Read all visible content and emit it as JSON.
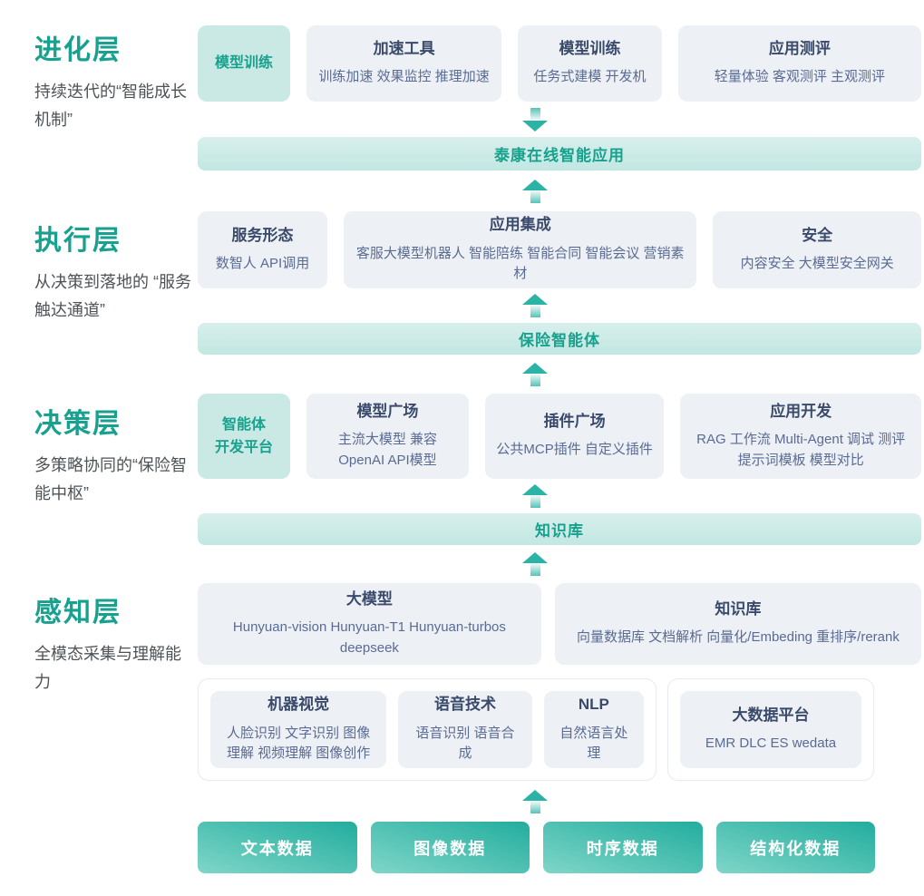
{
  "colors": {
    "accent_teal": "#17a18e",
    "highlight_box_bg": "#cbe9e4",
    "gray_box_bg": "#edf0f4",
    "box_title_text": "#3a4a6b",
    "box_items_text": "#5a6b94",
    "banner_bg": "#cde9e5",
    "arrow_teal": "#2bb4a5",
    "data_button_gradient_dark": "#22ad9e",
    "data_button_gradient_light": "#7fd6c8"
  },
  "layers": [
    {
      "title": "进化层",
      "subtitle": "持续迭代的“智能成长机制”"
    },
    {
      "title": "执行层",
      "subtitle": "从决策到落地的 “服务触达通道”"
    },
    {
      "title": "决策层",
      "subtitle": "多策略协同的“保险智能中枢”"
    },
    {
      "title": "感知层",
      "subtitle": "全模态采集与理解能力"
    }
  ],
  "banners": {
    "app": "泰康在线智能应用",
    "agent": "保险智能体",
    "knowledge": "知识库"
  },
  "evolution_row": {
    "highlight": {
      "title": "模型训练"
    },
    "boxes": [
      {
        "title": "加速工具",
        "items": "训练加速 效果监控 推理加速"
      },
      {
        "title": "模型训练",
        "items": "任务式建模 开发机"
      },
      {
        "title": "应用测评",
        "items": "轻量体验 客观测评 主观测评"
      }
    ]
  },
  "execution_row": {
    "boxes": [
      {
        "title": "服务形态",
        "items": "数智人 API调用"
      },
      {
        "title": "应用集成",
        "items": "客服大模型机器人 智能陪练 智能合同 智能会议 营销素材"
      },
      {
        "title": "安全",
        "items": "内容安全 大模型安全网关"
      }
    ]
  },
  "decision_row": {
    "highlight": {
      "title_line1": "智能体",
      "title_line2": "开发平台"
    },
    "boxes": [
      {
        "title": "模型广场",
        "items": "主流大模型 兼容OpenAI API模型"
      },
      {
        "title": "插件广场",
        "items": "公共MCP插件 自定义插件"
      },
      {
        "title": "应用开发",
        "items": "RAG 工作流 Multi-Agent 调试 测评 提示词模板 模型对比"
      }
    ]
  },
  "perception_row1": [
    {
      "title": "大模型",
      "items": "Hunyuan-vision Hunyuan-T1 Hunyuan-turbos deepseek"
    },
    {
      "title": "知识库",
      "items": "向量数据库 文档解析 向量化/Embeding 重排序/rerank"
    }
  ],
  "perception_row2": {
    "group_a": [
      {
        "title": "机器视觉",
        "items": "人脸识别 文字识别 图像理解 视频理解 图像创作"
      },
      {
        "title": "语音技术",
        "items": "语音识别 语音合成"
      },
      {
        "title": "NLP",
        "items": "自然语言处理"
      }
    ],
    "group_b": [
      {
        "title": "大数据平台",
        "items": "EMR DLC ES wedata"
      }
    ]
  },
  "data_sources": [
    "文本数据",
    "图像数据",
    "时序数据",
    "结构化数据"
  ]
}
